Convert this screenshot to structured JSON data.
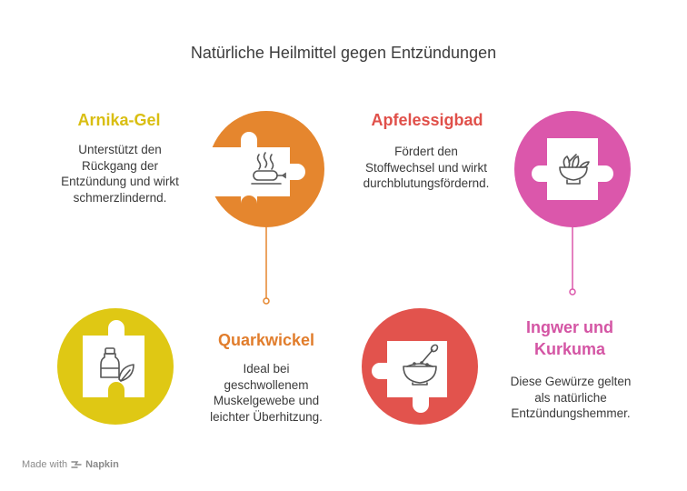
{
  "title": "Natürliche Heilmittel gegen Entzündungen",
  "colors": {
    "orange": "#E5862E",
    "pink": "#DB57AB",
    "yellow": "#DFC814",
    "red": "#E2534D",
    "yellow_text": "#D9BE12",
    "orange_text": "#E17D2C",
    "red_text": "#E0504A",
    "pink_text": "#D455A4"
  },
  "items": [
    {
      "title": "Arnika-Gel",
      "desc": [
        "Unterstützt den",
        "Rückgang der",
        "Entzündung und wirkt",
        "schmerzlindernd."
      ],
      "icon": "ointment-tube-icon"
    },
    {
      "title": "Apfelessigbad",
      "desc": [
        "Fördert den",
        "Stoffwechsel und wirkt",
        "durchblutungsfördernd."
      ],
      "icon": "herb-bowl-icon"
    },
    {
      "title": "Quarkwickel",
      "desc": [
        "Ideal bei",
        "geschwollenem",
        "Muskelgewebe und",
        "leichter Überhitzung."
      ],
      "icon": "bowl-spoon-icon"
    },
    {
      "title_lines": [
        "Ingwer und",
        "Kurkuma"
      ],
      "desc": [
        "Diese Gewürze gelten",
        "als natürliche",
        "Entzündungshemmer."
      ],
      "icon": "spice-jar-leaf-icon"
    }
  ],
  "footer": {
    "made_with": "Made with",
    "brand": "Napkin"
  }
}
